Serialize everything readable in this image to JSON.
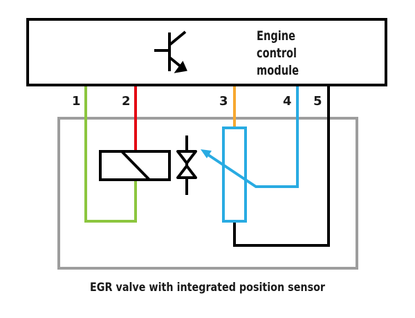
{
  "ecm": {
    "line1": "Engine",
    "line2": "control",
    "line3": "module"
  },
  "pins": [
    "1",
    "2",
    "3",
    "4",
    "5"
  ],
  "caption": "EGR valve with integrated position sensor",
  "colors": {
    "pin1": "#8cc63f",
    "pin2": "#e30613",
    "pin3": "#f7a831",
    "pin4": "#29abe2",
    "pin5": "#000000",
    "housing": "#9d9d9d"
  }
}
